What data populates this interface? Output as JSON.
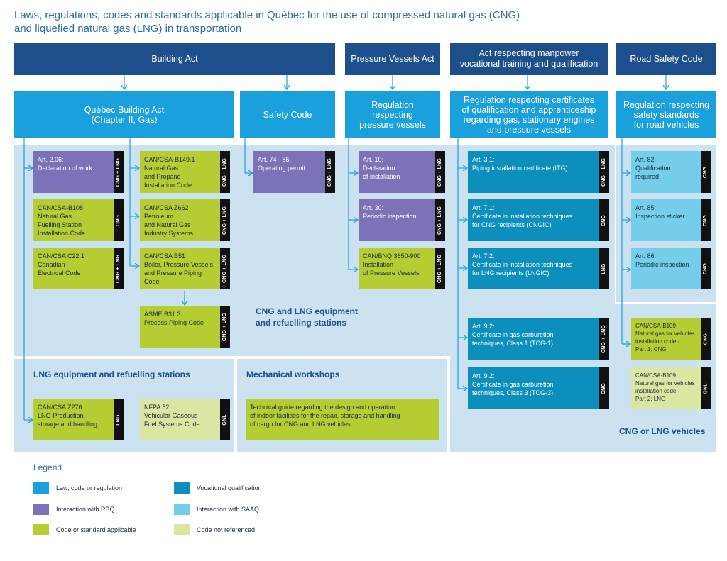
{
  "title": {
    "line1": "Laws, regulations, codes and standards applicable in Québec for the use of compressed natural gas (CNG)",
    "line2": "and liquefied natural gas (LNG) in transportation"
  },
  "acts": {
    "building": "Building Act",
    "pressure": "Pressure Vessels Act",
    "manpower_l1": "Act respecting manpower",
    "manpower_l2": "vocational training and qualification",
    "road": "Road Safety Code"
  },
  "laws": {
    "qba_l1": "Québec Building Act",
    "qba_l2": "(Chapter II, Gas)",
    "safety": "Safety Code",
    "pv_l1": "Regulation",
    "pv_l2": "respecting",
    "pv_l3": "pressure vessels",
    "cert_l1": "Regulation respecting certificates",
    "cert_l2": "of qualification and apprenticeship",
    "cert_l3": "regarding gas, stationary engines",
    "cert_l4": "and pressure vessels",
    "road_l1": "Regulation respecting",
    "road_l2": "safety standards",
    "road_l3": "for road vehicles"
  },
  "zones": {
    "cng_lng_l1": "CNG and LNG equipment",
    "cng_lng_l2": "and refuelling stations",
    "lng": "LNG equipment and refuelling stations",
    "mech": "Mechanical workshops",
    "vehicles": "CNG or LNG vehicles"
  },
  "boxes": {
    "art206": {
      "l1": "Art. 2.06:",
      "l2": "Declaration of work",
      "tag": "CNG + LNG"
    },
    "b1491": {
      "l1": "CAN/CSA-B149.1",
      "l2": "Natural Gas",
      "l3": "and Propane",
      "l4": "Installation Code",
      "tag": "CNG + LNG"
    },
    "b108": {
      "l1": "CAN/CSA-B108",
      "l2": "Natural Gas",
      "l3": "Fuelling Station",
      "l4": "Installation Code",
      "tag": "CNG"
    },
    "z662": {
      "l1": "CAN/CSA Z662",
      "l2": "Petroleum",
      "l3": "and Natural Gas",
      "l4": "Industry Systems",
      "tag": "CNG + LNG"
    },
    "c221": {
      "l1": "CAN/CSA C22.1",
      "l2": "Canadian",
      "l3": "Electrical Code",
      "tag": "CNG + LNG"
    },
    "b51": {
      "l1": "CAN/CSA B51",
      "l2": "Boiler, Pressure Vessels,",
      "l3": "and Pressure Piping",
      "l4": "Code",
      "tag": "CNG + LNG"
    },
    "b313": {
      "l1": "ASME B31.3",
      "l2": "Process Piping Code",
      "tag": "CNG + LNG"
    },
    "art74": {
      "l1": "Art. 74 - 85:",
      "l2": "Operating permit",
      "tag": "CNG + LNG"
    },
    "art10": {
      "l1": "Art. 10:",
      "l2": "Declaration",
      "l3": "of installation",
      "tag": "CNG + LNG"
    },
    "art30": {
      "l1": "Art. 30:",
      "l2": "Periodic inspection",
      "tag": "CNG + LNG"
    },
    "bnq": {
      "l1": "CAN/BNQ  3650-900",
      "l2": "Installation",
      "l3": "of Pressure Vessels",
      "tag": "CNG + LNG"
    },
    "art31": {
      "l1": "Art. 3.1:",
      "l2": "Piping installation certificate (ITG)",
      "tag": "CNG + LNG"
    },
    "art71": {
      "l1": "Art. 7.1:",
      "l2": "Certificate in installation techniques",
      "l3": "for CNG recipients (CNGIC)",
      "tag": "CNG"
    },
    "art72": {
      "l1": "Art. 7.2:",
      "l2": "Certificate in installation techniques",
      "l3": "for LNG recipients (LNGIC)",
      "tag": "LNG"
    },
    "art92a": {
      "l1": "Art. 9.2:",
      "l2": "Certificate in gas carburetion",
      "l3": "techniques, Class 1 (TCG-1)",
      "tag": "CNG + LNG"
    },
    "art92b": {
      "l1": "Art. 9.2:",
      "l2": "Certificate in gas carburetion",
      "l3": "techniques, Class 3 (TCG-3)",
      "tag": "CNG"
    },
    "art82": {
      "l1": "Art. 82:",
      "l2": "Qualification",
      "l3": "required",
      "tag": "CNG"
    },
    "art85": {
      "l1": "Art. 85:",
      "l2": "Inspection sticker",
      "tag": "CNG"
    },
    "art86": {
      "l1": "Art. 86:",
      "l2": "Periodic inspection",
      "tag": "CNG"
    },
    "b109p1": {
      "l1": "CAN/CSA-B109",
      "l2": "Natural gas for vehicles",
      "l3": "installation code -",
      "l4": "Part 1: CNG",
      "tag": "CNG"
    },
    "b109p2": {
      "l1": "CAN/CSA-B109",
      "l2": "Natural gas for vehicles",
      "l3": "installation code -",
      "l4": "Part 2: LNG",
      "tag": "GNL"
    },
    "z276": {
      "l1": "CAN/CSA Z276",
      "l2": "LNG-Production,",
      "l3": "storage and handling",
      "tag": "LNG"
    },
    "nfpa52": {
      "l1": "NFPA 52",
      "l2": "Vehicular Gaseous",
      "l3": "Fuel Systems Code",
      "tag": "GNL"
    },
    "guide": {
      "l1": "Technical guide regarding the design and operation",
      "l2": "of indoor facilities for the repair, storage and handling",
      "l3": "of cargo for CNG and LNG vehicles"
    }
  },
  "legend": {
    "title": "Legend",
    "items": [
      {
        "label": "Law, code or regulation",
        "color": "#1aa0dc"
      },
      {
        "label": "Vocational qualification",
        "color": "#0d8fbd"
      },
      {
        "label": "Interaction with RBQ",
        "color": "#7b72b7"
      },
      {
        "label": "Interaction with SAAQ",
        "color": "#74cde9"
      },
      {
        "label": "Code or standard applicable",
        "color": "#b5cd33"
      },
      {
        "label": "Code not referenced",
        "color": "#dbe6a2"
      }
    ]
  }
}
